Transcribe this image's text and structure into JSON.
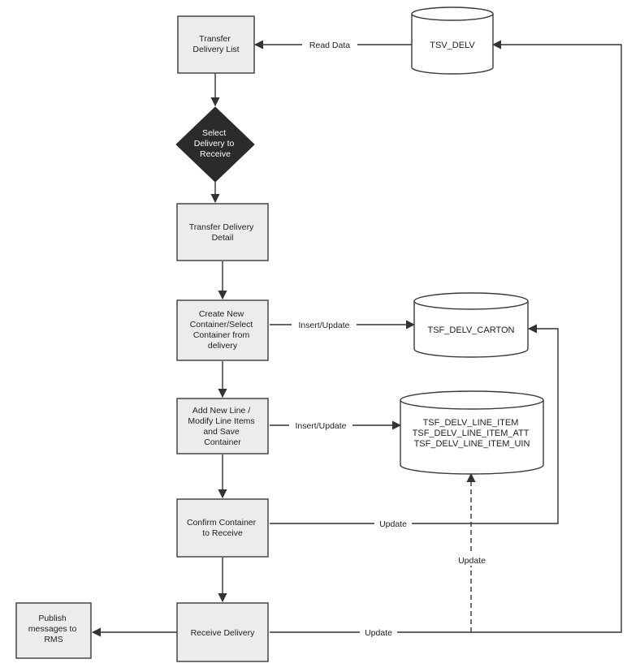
{
  "nodes": {
    "transfer_delivery_list": {
      "lines": [
        "Transfer",
        "Delivery List"
      ]
    },
    "select_delivery": {
      "lines": [
        "Select",
        "Delivery to",
        "Receive"
      ]
    },
    "transfer_delivery_detail": {
      "lines": [
        "Transfer Delivery",
        "Detail"
      ]
    },
    "create_container": {
      "lines": [
        "Create New",
        "Container/Select",
        "Container from",
        "delivery"
      ]
    },
    "add_line": {
      "lines": [
        "Add New Line /",
        "Modify Line Items",
        "and Save",
        "Container"
      ]
    },
    "confirm_container": {
      "lines": [
        "Confirm Container",
        "to Receive"
      ]
    },
    "receive_delivery": {
      "lines": [
        "Receive Delivery"
      ]
    },
    "publish_messages": {
      "lines": [
        "Publish",
        "messages to",
        "RMS"
      ]
    }
  },
  "databases": {
    "tsv_delv": {
      "lines": [
        "TSV_DELV"
      ]
    },
    "tsf_delv_carton": {
      "lines": [
        "TSF_DELV_CARTON"
      ]
    },
    "tsf_delv_line_item": {
      "lines": [
        "TSF_DELV_LINE_ITEM",
        "TSF_DELV_LINE_ITEM_ATT",
        "TSF_DELV_LINE_ITEM_UIN"
      ]
    }
  },
  "edges": {
    "read_data": "Read Data",
    "insert_update_carton": "Insert/Update",
    "insert_update_line": "Insert/Update",
    "update_confirm": "Update",
    "update_receive_dashed": "Update",
    "update_receive": "Update"
  },
  "colors": {
    "box_fill": "#ececec",
    "box_stroke": "#3a3a3a",
    "decision_fill": "#2b2b2b",
    "line": "#333333"
  }
}
